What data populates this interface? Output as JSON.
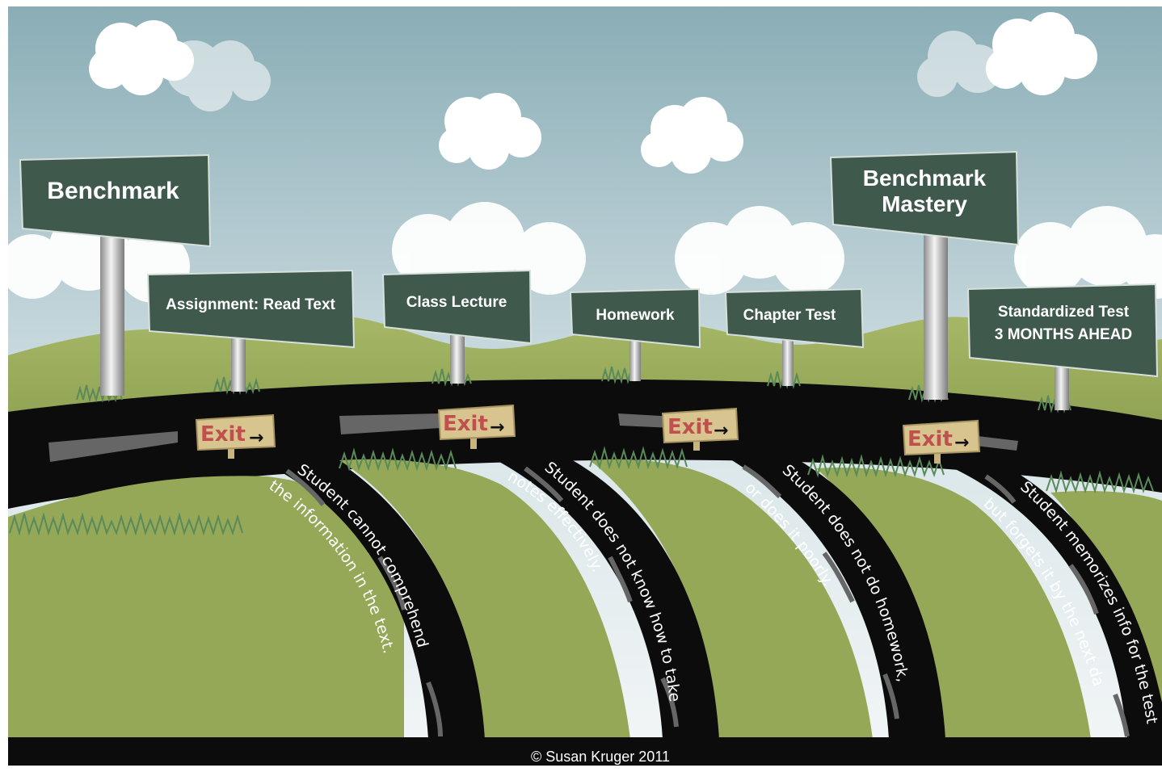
{
  "signs": {
    "benchmark": "Benchmark",
    "assignment": "Assignment: Read Text",
    "lecture": "Class Lecture",
    "homework": "Homework",
    "chapter_test": "Chapter Test",
    "mastery_line1": "Benchmark",
    "mastery_line2": "Mastery",
    "standardized_line1": "Standardized Test",
    "standardized_line2": "3 MONTHS AHEAD"
  },
  "exits": {
    "label": "Exit",
    "arrow": "→"
  },
  "exit_roads": {
    "road1_line1": "Student cannot comprehend",
    "road1_line2": "the information in the text.",
    "road2_line1": "Student does not know how to take",
    "road2_line2": "notes effectively.",
    "road3_line1": "Student does not do homework,",
    "road3_line2": "or does it poorly.",
    "road4_line1": "Student memorizes info for the test,",
    "road4_line2": "but forgets it by the next day."
  },
  "footer": {
    "copyright": "© Susan Kruger 2011"
  },
  "colors": {
    "sky_top": "#8fb0b8",
    "sky_bottom": "#e6eef0",
    "hill": "#9aac5c",
    "sign": "#3f5a4c",
    "road": "#0c0c0c",
    "exit_sign": "#d8c48e",
    "exit_text": "#c0504d"
  }
}
